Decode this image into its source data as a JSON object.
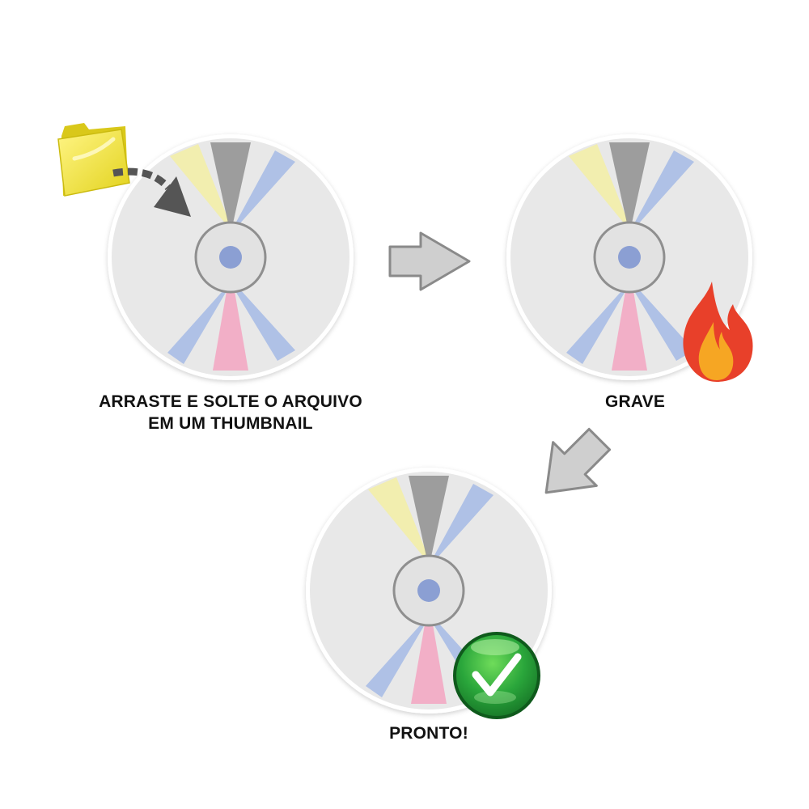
{
  "steps": [
    {
      "caption_lines": [
        "ARRASTE E SOLTE O ARQUIVO",
        "EM UM THUMBNAIL"
      ],
      "badge": "folder-icon"
    },
    {
      "caption_lines": [
        "GRAVE"
      ],
      "badge": "fire-icon"
    },
    {
      "caption_lines": [
        "PRONTO!"
      ],
      "badge": "checkmark-icon"
    }
  ],
  "colors": {
    "disc_face": "#e7e7e7",
    "disc_rim": "#ffffff",
    "hub_ring": "#8f8f8f",
    "hole": "#8b9fd3",
    "ray_yellow": "#f2ee9e",
    "ray_gray": "#8f8f8f",
    "ray_blue": "#a9bde6",
    "ray_pink": "#f3a9c3",
    "arrow_fill": "#cfcfcf",
    "arrow_stroke": "#8a8a8a",
    "folder": "#f4e83b",
    "fire_outer": "#e8402a",
    "fire_inner": "#f6a623",
    "check_badge": "#25a03a"
  }
}
